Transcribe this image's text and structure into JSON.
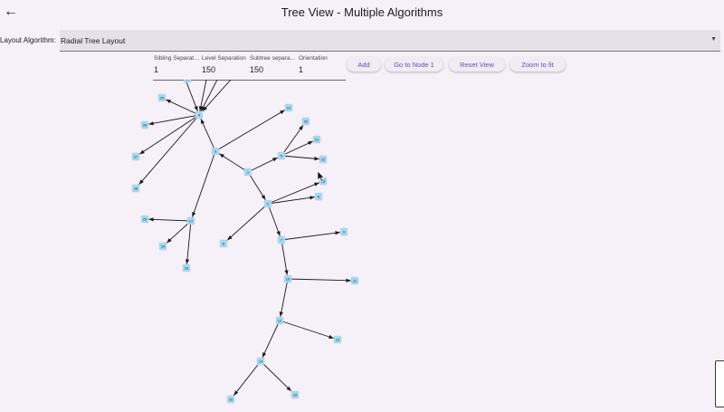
{
  "appbar": {
    "title": "Tree View - Multiple Algorithms",
    "back_icon": "arrow-back-icon"
  },
  "layout": {
    "label": "Layout Algorithm:",
    "selected": "Radial Tree Layout"
  },
  "fields": [
    {
      "label": "Sibling Separation",
      "value": "1"
    },
    {
      "label": "Level Separation",
      "value": "150"
    },
    {
      "label": "Subtree separation",
      "value": "150"
    },
    {
      "label": "Orientation",
      "value": "1"
    }
  ],
  "buttons": {
    "add": "Add",
    "goto": "Go to Node 1",
    "reset": "Reset View",
    "zoom": "Zoom to fit"
  },
  "graph": {
    "nodes": [
      {
        "id": "1",
        "label": "1"
      },
      {
        "id": "2",
        "label": "2"
      },
      {
        "id": "3",
        "label": "3"
      },
      {
        "id": "4",
        "label": "4"
      },
      {
        "id": "5",
        "label": "5"
      },
      {
        "id": "6",
        "label": "6"
      },
      {
        "id": "7",
        "label": "7"
      },
      {
        "id": "8",
        "label": "8"
      },
      {
        "id": "9",
        "label": "9"
      },
      {
        "id": "10",
        "label": "10"
      },
      {
        "id": "11",
        "label": "11"
      },
      {
        "id": "12",
        "label": "12"
      },
      {
        "id": "13",
        "label": "13"
      },
      {
        "id": "14",
        "label": "14"
      },
      {
        "id": "15",
        "label": "15"
      },
      {
        "id": "16",
        "label": "16"
      },
      {
        "id": "17",
        "label": "17"
      },
      {
        "id": "18",
        "label": "18"
      },
      {
        "id": "19",
        "label": "19"
      },
      {
        "id": "20",
        "label": "20"
      },
      {
        "id": "21",
        "label": "21"
      },
      {
        "id": "22",
        "label": "22"
      },
      {
        "id": "23",
        "label": "23"
      },
      {
        "id": "24",
        "label": "24"
      },
      {
        "id": "25",
        "label": "25"
      },
      {
        "id": "26",
        "label": "26"
      },
      {
        "id": "27",
        "label": "27"
      },
      {
        "id": "28",
        "label": "28"
      },
      {
        "id": "29",
        "label": "29"
      },
      {
        "id": "30",
        "label": "30"
      }
    ]
  }
}
